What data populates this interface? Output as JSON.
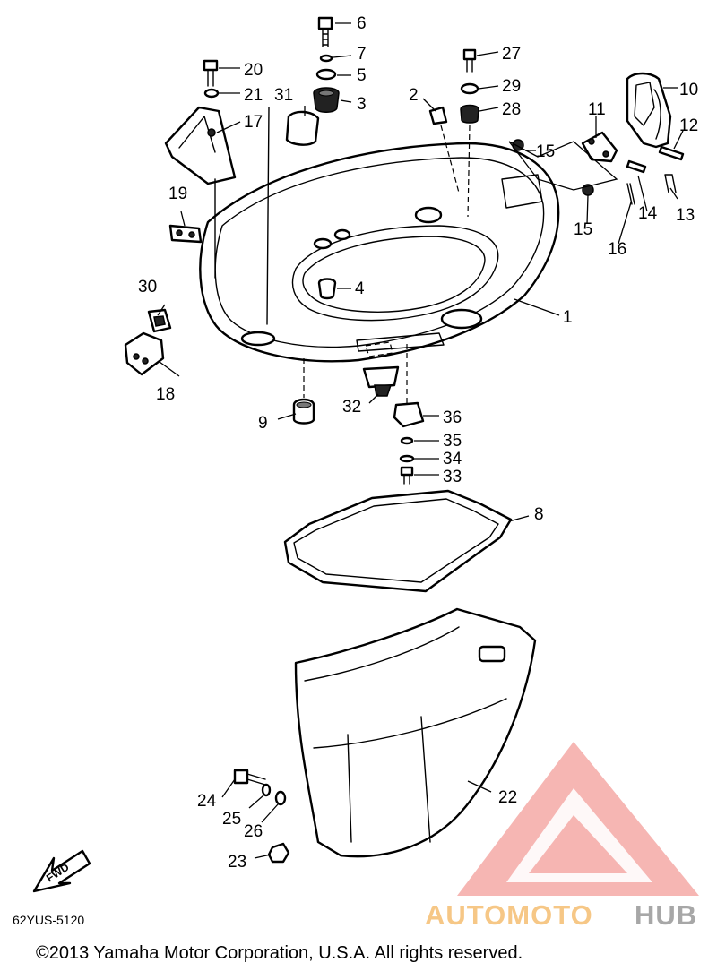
{
  "figure_code": "62YUS-5120",
  "copyright": "©2013 Yamaha Motor Corporation, U.S.A. All rights reserved.",
  "fwd_label": "FWD",
  "watermark": {
    "part1": "AUTOMOTO",
    "part2": "HUB",
    "color_primary": "#f4a9a6",
    "color_secondary": "#9e9e9e",
    "color_highlight": "#f6c27a"
  },
  "callouts": [
    {
      "id": "c1",
      "text": "1"
    },
    {
      "id": "c2",
      "text": "2"
    },
    {
      "id": "c3",
      "text": "3"
    },
    {
      "id": "c4",
      "text": "4"
    },
    {
      "id": "c5",
      "text": "5"
    },
    {
      "id": "c6",
      "text": "6"
    },
    {
      "id": "c7",
      "text": "7"
    },
    {
      "id": "c8",
      "text": "8"
    },
    {
      "id": "c9",
      "text": "9"
    },
    {
      "id": "c10",
      "text": "10"
    },
    {
      "id": "c11",
      "text": "11"
    },
    {
      "id": "c12",
      "text": "12"
    },
    {
      "id": "c13",
      "text": "13"
    },
    {
      "id": "c14",
      "text": "14"
    },
    {
      "id": "c15a",
      "text": "15"
    },
    {
      "id": "c15b",
      "text": "15"
    },
    {
      "id": "c16",
      "text": "16"
    },
    {
      "id": "c17",
      "text": "17"
    },
    {
      "id": "c18",
      "text": "18"
    },
    {
      "id": "c19",
      "text": "19"
    },
    {
      "id": "c20",
      "text": "20"
    },
    {
      "id": "c21",
      "text": "21"
    },
    {
      "id": "c22",
      "text": "22"
    },
    {
      "id": "c23",
      "text": "23"
    },
    {
      "id": "c24",
      "text": "24"
    },
    {
      "id": "c25",
      "text": "25"
    },
    {
      "id": "c26",
      "text": "26"
    },
    {
      "id": "c27",
      "text": "27"
    },
    {
      "id": "c28",
      "text": "28"
    },
    {
      "id": "c29",
      "text": "29"
    },
    {
      "id": "c30",
      "text": "30"
    },
    {
      "id": "c31",
      "text": "31"
    },
    {
      "id": "c32",
      "text": "32"
    },
    {
      "id": "c33",
      "text": "33"
    },
    {
      "id": "c34",
      "text": "34"
    },
    {
      "id": "c35",
      "text": "35"
    },
    {
      "id": "c36",
      "text": "36"
    }
  ]
}
